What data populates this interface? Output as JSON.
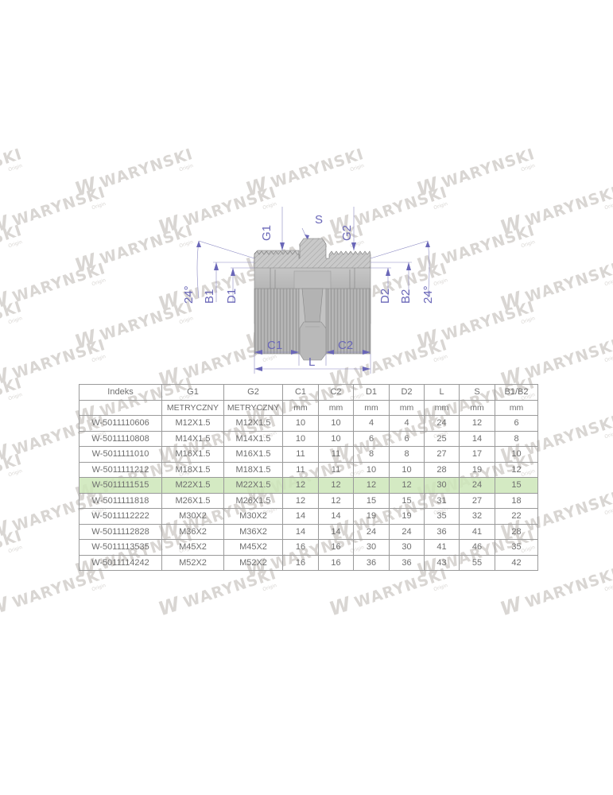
{
  "watermark": {
    "brand": "WARYNSKI",
    "sub": "Origin",
    "logo_glyph": "W",
    "color": "#d9d6d3"
  },
  "drawing": {
    "labels": {
      "g1": "G1",
      "g2": "G2",
      "s": "S",
      "b1": "B1",
      "b2": "B2",
      "d1": "D1",
      "d2": "D2",
      "angle_left": "24°",
      "angle_right": "24°",
      "c1": "C1",
      "c2": "C2",
      "l": "L"
    },
    "dimension_color": "#6a67b8",
    "body_color": "#b4b4b4"
  },
  "table": {
    "headers": [
      "Indeks",
      "G1",
      "G2",
      "C1",
      "C2",
      "D1",
      "D2",
      "L",
      "S",
      "B1/B2"
    ],
    "units": [
      "",
      "METRYCZNY",
      "METRYCZNY",
      "mm",
      "mm",
      "mm",
      "mm",
      "mm",
      "mm",
      "mm"
    ],
    "highlight_row_index": 4,
    "highlight_color": "#cde6b9",
    "rows": [
      [
        "W-5011110606",
        "M12X1.5",
        "M12X1.5",
        "10",
        "10",
        "4",
        "4",
        "24",
        "12",
        "6"
      ],
      [
        "W-5011110808",
        "M14X1.5",
        "M14X1.5",
        "10",
        "10",
        "6",
        "6",
        "25",
        "14",
        "8"
      ],
      [
        "W-5011111010",
        "M16X1.5",
        "M16X1.5",
        "11",
        "11",
        "8",
        "8",
        "27",
        "17",
        "10"
      ],
      [
        "W-5011111212",
        "M18X1.5",
        "M18X1.5",
        "11",
        "11",
        "10",
        "10",
        "28",
        "19",
        "12"
      ],
      [
        "W-5011111515",
        "M22X1.5",
        "M22X1.5",
        "12",
        "12",
        "12",
        "12",
        "30",
        "24",
        "15"
      ],
      [
        "W-5011111818",
        "M26X1.5",
        "M26X1.5",
        "12",
        "12",
        "15",
        "15",
        "31",
        "27",
        "18"
      ],
      [
        "W-5011112222",
        "M30X2",
        "M30X2",
        "14",
        "14",
        "19",
        "19",
        "35",
        "32",
        "22"
      ],
      [
        "W-5011112828",
        "M36X2",
        "M36X2",
        "14",
        "14",
        "24",
        "24",
        "36",
        "41",
        "28"
      ],
      [
        "W-5011113535",
        "M45X2",
        "M45X2",
        "16",
        "16",
        "30",
        "30",
        "41",
        "46",
        "35"
      ],
      [
        "W-5011114242",
        "M52X2",
        "M52X2",
        "16",
        "16",
        "36",
        "36",
        "43",
        "55",
        "42"
      ]
    ]
  }
}
